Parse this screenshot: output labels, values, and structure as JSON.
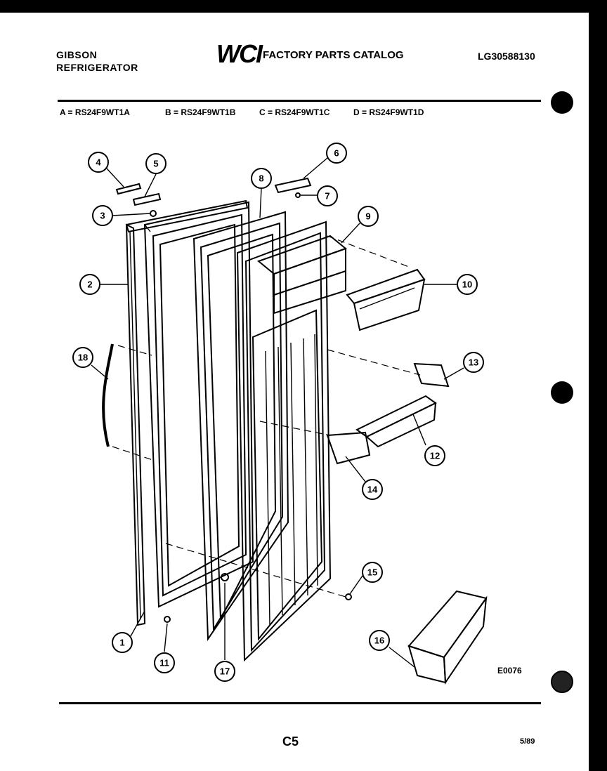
{
  "header": {
    "brand_line1": "GIBSON",
    "brand_line2": "REFRIGERATOR",
    "logo": "WCI",
    "catalog_title": "FACTORY PARTS CATALOG",
    "doc_number": "LG30588130"
  },
  "models": [
    "A = RS24F9WT1A",
    "B = RS24F9WT1B",
    "C = RS24F9WT1C",
    "D = RS24F9WT1D"
  ],
  "callouts": [
    "1",
    "2",
    "3",
    "4",
    "5",
    "6",
    "7",
    "8",
    "9",
    "10",
    "11",
    "12",
    "13",
    "14",
    "15",
    "16",
    "17",
    "18"
  ],
  "footer": {
    "drawing_code": "E0076",
    "page_code": "C5",
    "date": "5/89"
  }
}
